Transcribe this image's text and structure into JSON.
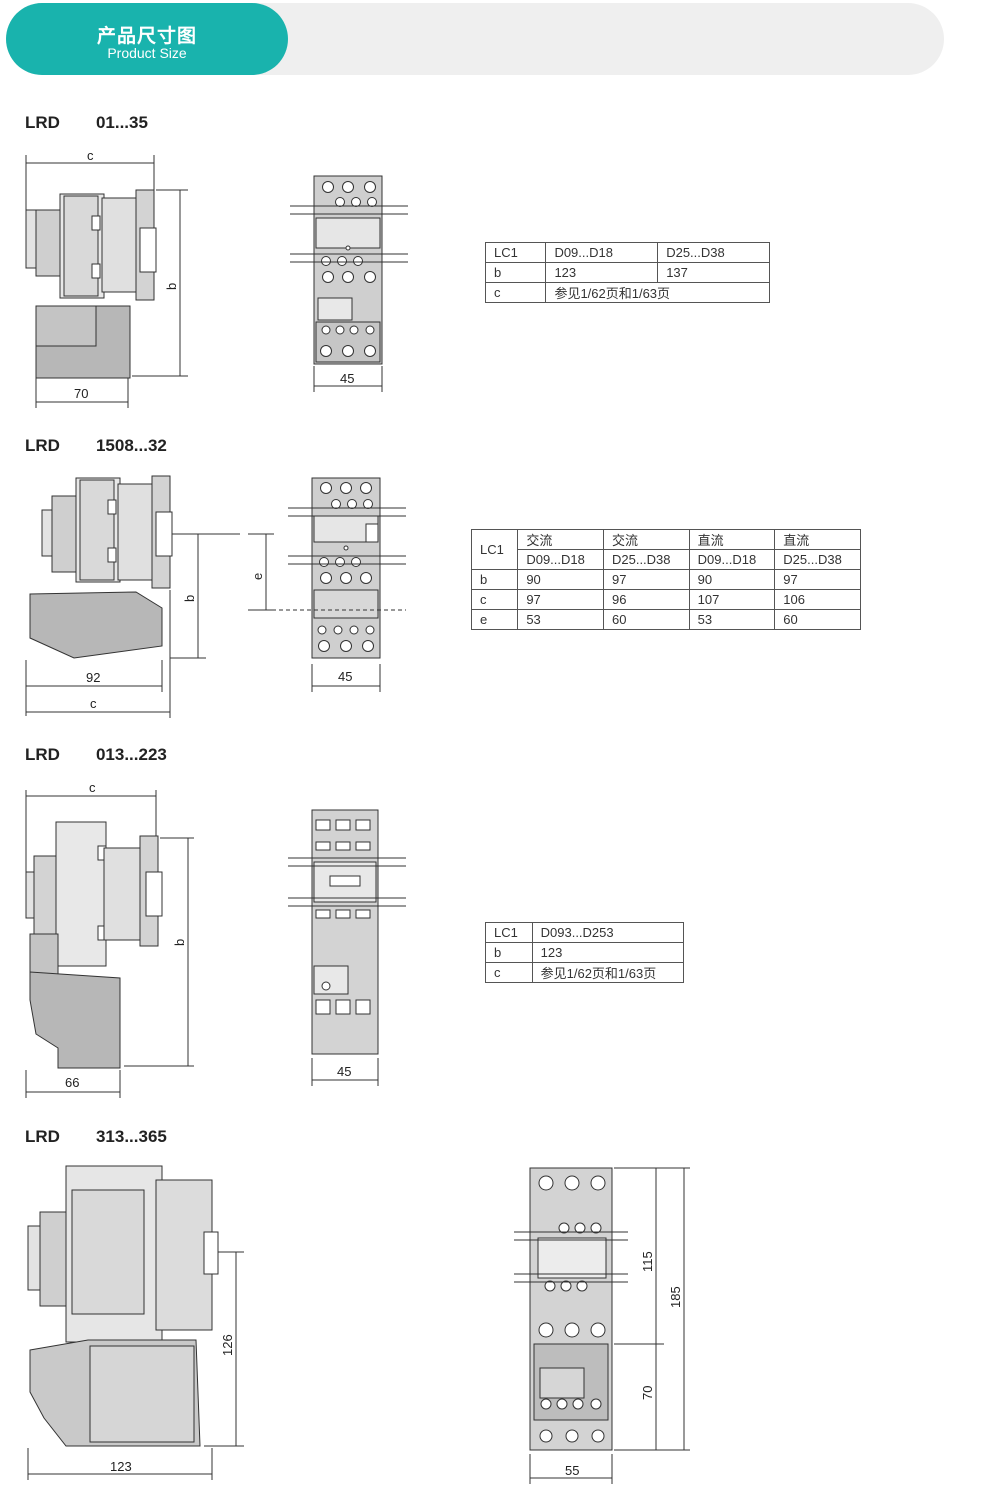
{
  "header": {
    "title_cn": "产品尺寸图",
    "title_en": "Product Size"
  },
  "sections": [
    {
      "prefix": "LRD",
      "model": "01...35",
      "dims": {
        "c": "c",
        "b": "b",
        "w": "70",
        "front_w": "45"
      },
      "table": {
        "rows": [
          [
            "LC1",
            "D09...D18",
            "D25...D38"
          ],
          [
            "b",
            "123",
            "137"
          ],
          [
            "c",
            "参见1/62页和1/63页"
          ]
        ]
      }
    },
    {
      "prefix": "LRD",
      "model": "1508...32",
      "dims": {
        "w": "92",
        "c": "c",
        "b": "b",
        "e": "e",
        "front_w": "45"
      },
      "table": {
        "head": [
          "LC1",
          "交流",
          "交流",
          "直流",
          "直流"
        ],
        "sub": [
          "D09...D18",
          "D25...D38",
          "D09...D18",
          "D25...D38"
        ],
        "rows": [
          [
            "b",
            "90",
            "97",
            "90",
            "97"
          ],
          [
            "c",
            "97",
            "96",
            "107",
            "106"
          ],
          [
            "e",
            "53",
            "60",
            "53",
            "60"
          ]
        ]
      }
    },
    {
      "prefix": "LRD",
      "model": "013...223",
      "dims": {
        "c": "c",
        "b": "b",
        "w": "66",
        "front_w": "45"
      },
      "table": {
        "rows": [
          [
            "LC1",
            "D093...D253"
          ],
          [
            "b",
            "123"
          ],
          [
            "c",
            "参见1/62页和1/63页"
          ]
        ]
      }
    },
    {
      "prefix": "LRD",
      "model": "313...365",
      "dims": {
        "w": "123",
        "h": "126",
        "front_w": "55",
        "h1": "115",
        "h2": "185",
        "h3": "70"
      }
    }
  ]
}
